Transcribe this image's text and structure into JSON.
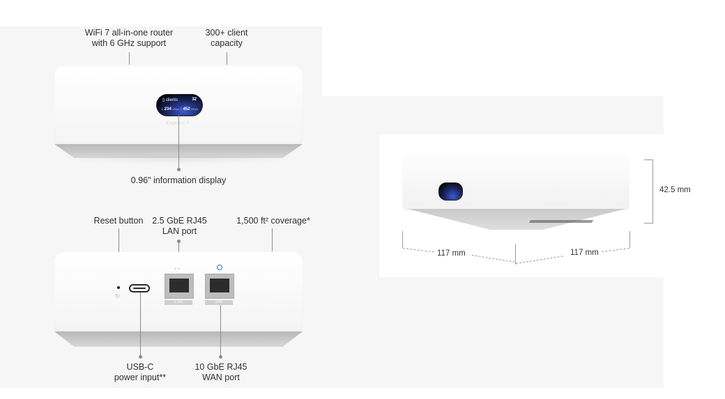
{
  "top_view": {
    "labels": {
      "wifi": "WiFi 7 all-in-one router\nwith 6 GHz support",
      "wifi_line1": "WiFi 7 all-in-one router",
      "wifi_line2": "with 6 GHz support",
      "clients_line1": "300+ client",
      "clients_line2": "capacity",
      "display": "0.96\" information display"
    },
    "screen": {
      "clients_label": "clients",
      "clients_value": "32",
      "down": "234",
      "down_unit": "Mbps",
      "up": "452",
      "up_unit": "Mbps"
    },
    "brand": "Express 7"
  },
  "back_view": {
    "labels": {
      "reset": "Reset button",
      "lan_line1": "2.5 GbE RJ45",
      "lan_line2": "LAN port",
      "coverage": "1,500 ft² coverage*",
      "usbc_line1": "USB-C",
      "usbc_line2": "power input**",
      "wan_line1": "10 GbE RJ45",
      "wan_line2": "WAN port"
    },
    "port_tags": {
      "lan": "2.5G",
      "wan": "10G"
    },
    "lan_icon": "arrows-icon",
    "wan_icon": "globe-icon"
  },
  "dimensions": {
    "height": "42.5 mm",
    "width_left": "117 mm",
    "width_right": "117 mm"
  },
  "colors": {
    "panel": "#f6f6f6",
    "wan_icon": "#3a6df0"
  }
}
